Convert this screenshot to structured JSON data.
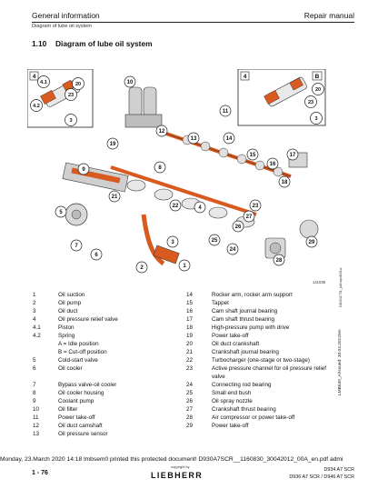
{
  "header": {
    "left": "General information",
    "right": "Repair manual",
    "subtitle": "Diagram of lube oil system"
  },
  "section": {
    "number": "1.10",
    "title": "Diagram of lube oil system"
  },
  "figure_id": "141038",
  "legend_left": [
    {
      "n": "1",
      "t": "Oil suction"
    },
    {
      "n": "2",
      "t": "Oil pump"
    },
    {
      "n": "3",
      "t": "Oil duct"
    },
    {
      "n": "4",
      "t": "Oil pressure relief valve"
    },
    {
      "n": "4.1",
      "t": "Piston"
    },
    {
      "n": "4.2",
      "t": "Spring"
    },
    {
      "n": "",
      "t": "A = Idle position"
    },
    {
      "n": "",
      "t": "B = Cut-off position"
    },
    {
      "n": "5",
      "t": "Cold-start valve"
    },
    {
      "n": "6",
      "t": "Oil cooler"
    },
    {
      "n": "",
      "t": ""
    },
    {
      "n": "7",
      "t": "Bypass valve-oil cooler"
    },
    {
      "n": "8",
      "t": "Oil cooler housing"
    },
    {
      "n": "9",
      "t": "Coolant pump"
    },
    {
      "n": "10",
      "t": "Oil filter"
    },
    {
      "n": "11",
      "t": "Power take-off"
    },
    {
      "n": "12",
      "t": "Oil duct camshaft"
    },
    {
      "n": "13",
      "t": "Oil pressure sensor"
    }
  ],
  "legend_right": [
    {
      "n": "14",
      "t": "Rocker arm, rocker arm support"
    },
    {
      "n": "15",
      "t": "Tappet"
    },
    {
      "n": "16",
      "t": "Cam shaft journal bearing"
    },
    {
      "n": "17",
      "t": "Cam shaft thrust bearing"
    },
    {
      "n": "18",
      "t": "High-pressure pump with drive"
    },
    {
      "n": "19",
      "t": "Power take-off"
    },
    {
      "n": "20",
      "t": "Oil duct crankshaft"
    },
    {
      "n": "21",
      "t": "Crankshaft journal bearing"
    },
    {
      "n": "22",
      "t": "Turbocharger (one-stage or two-stage)"
    },
    {
      "n": "23",
      "t": "Active pressure channel for oil pressure relief valve"
    },
    {
      "n": "24",
      "t": "Connecting rod bearing"
    },
    {
      "n": "25",
      "t": "Small end bush"
    },
    {
      "n": "26",
      "t": "Oil spray nozzle"
    },
    {
      "n": "27",
      "t": "Crankshaft thrust bearing"
    },
    {
      "n": "28",
      "t": "Air compressor or power take-off"
    },
    {
      "n": "29",
      "t": "Power take-off"
    }
  ],
  "diagram": {
    "inset_left": {
      "tag": "4",
      "labels": [
        "4.1",
        "20",
        "23",
        "4.2",
        "3"
      ]
    },
    "inset_right": {
      "tag": "4",
      "tag2": "B",
      "labels": [
        "20",
        "23",
        "3"
      ]
    },
    "callouts": [
      "10",
      "11",
      "12",
      "13",
      "14",
      "15",
      "16",
      "17",
      "18",
      "19",
      "9",
      "8",
      "21",
      "5",
      "22",
      "4",
      "23",
      "27",
      "26",
      "24",
      "25",
      "28",
      "29",
      "1",
      "7",
      "6",
      "2",
      "3"
    ]
  },
  "side_text_1": "DB1011791_pb1rapid181w",
  "side_text_2": "LMB630_A/Issued: 30.04.2012/en",
  "footer": {
    "stamp": "Monday, 23.March 2020 14:18 lmbsem0 printed this protected document! D930A7SCR__1160830_30042012_00A_en.pdf admi",
    "copyright": "copyright by",
    "page": "1 - 76",
    "brand": "LIEBHERR",
    "models": [
      "D934 A7 SCR",
      "D936 A7 SCR / D946 A7 SCR"
    ]
  }
}
